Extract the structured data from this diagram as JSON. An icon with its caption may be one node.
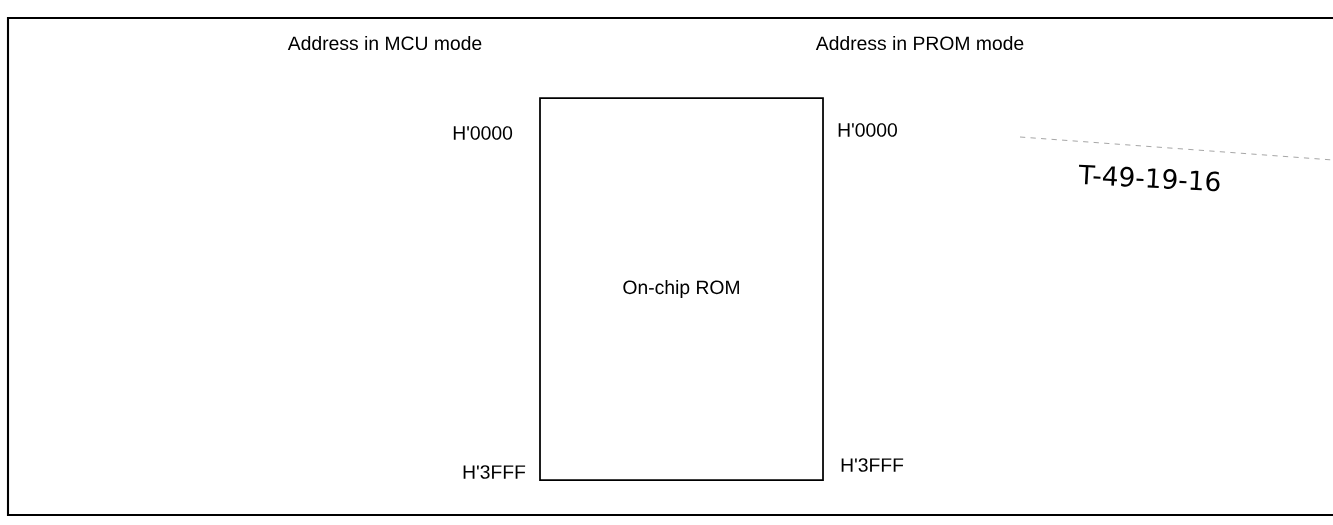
{
  "diagram": {
    "nodes": [
      {
        "text": [
          "On-chip ROM"
        ]
      }
    ],
    "edges": [],
    "labels": [
      "Address in MCU mode",
      "Address in PROM mode",
      "H'0000",
      "H'0000",
      "T-49-19-16",
      "H'3FFF",
      "H'3FFF"
    ]
  }
}
